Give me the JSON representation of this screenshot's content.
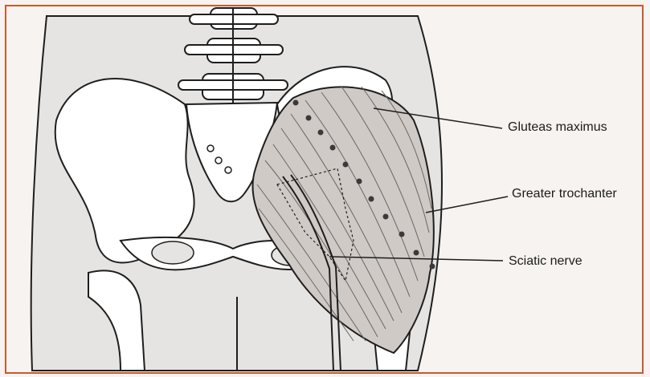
{
  "labels": {
    "gluteus_maximus": "Gluteas maximus",
    "greater_trochanter": "Greater trochanter",
    "sciatic_nerve": "Sciatic nerve"
  },
  "colors": {
    "border": "#c85a2a",
    "body_fill": "#e6e4e2",
    "bone_fill": "#ffffff",
    "muscle_fill": "#cfcac6",
    "outline": "#1e1e1e"
  }
}
